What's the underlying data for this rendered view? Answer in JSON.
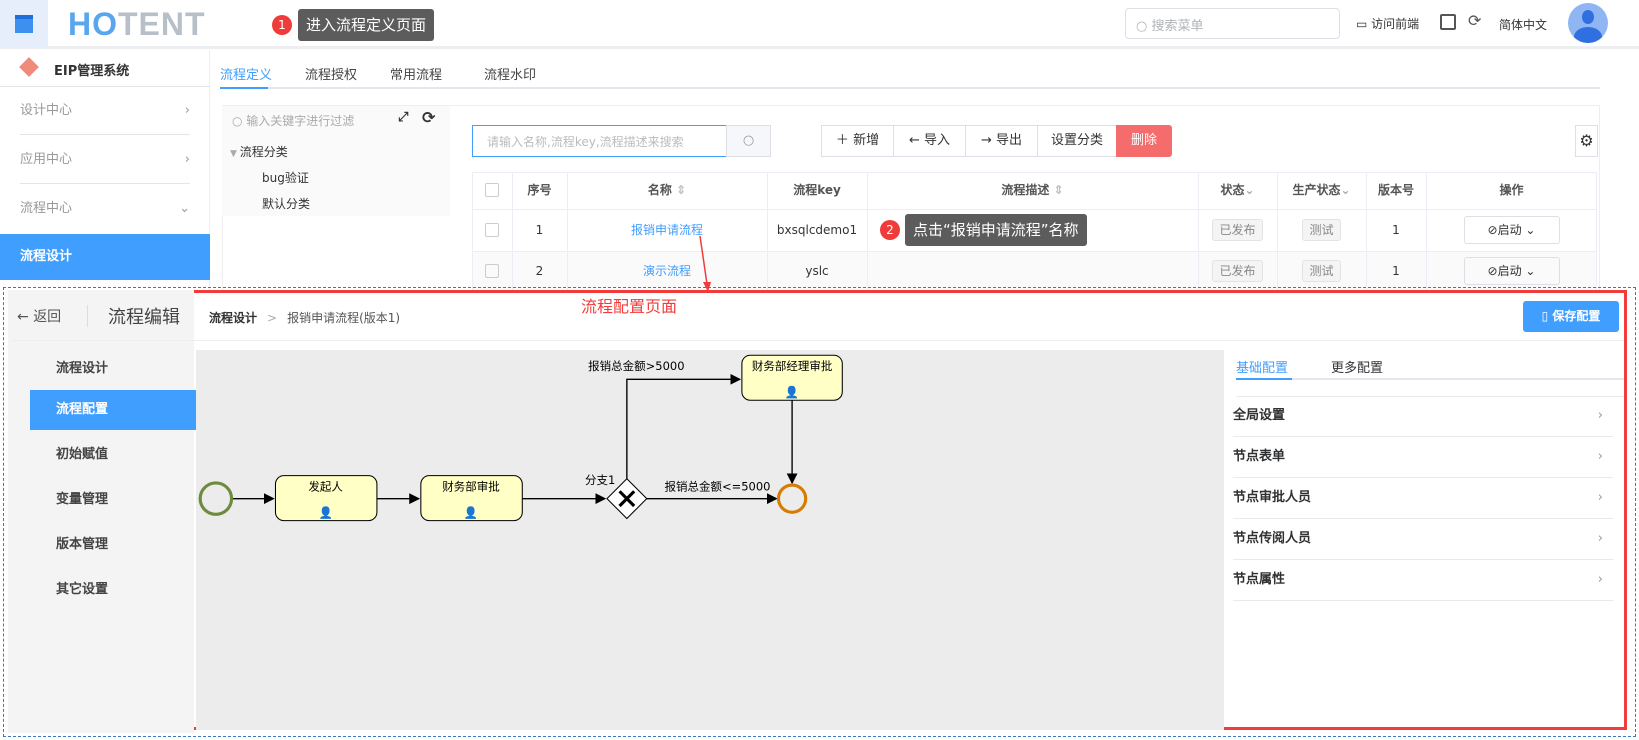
{
  "header": {
    "logo": "HOTENT",
    "search_placeholder": "搜索菜单",
    "visit_front": "访问前端",
    "language": "简体中文"
  },
  "sidebar": {
    "system": "EIP管理系统",
    "items": [
      {
        "label": "设计中心"
      },
      {
        "label": "应用中心"
      },
      {
        "label": "流程中心"
      },
      {
        "label": "流程设计"
      }
    ]
  },
  "tabs": [
    "流程定义",
    "流程授权",
    "常用流程",
    "流程水印"
  ],
  "tree": {
    "filter_placeholder": "输入关键字进行过滤",
    "root": "流程分类",
    "children": [
      "bug验证",
      "默认分类"
    ]
  },
  "toolbar": {
    "search_placeholder": "请输入名称,流程key,流程描述来搜索",
    "add": "新增",
    "import": "导入",
    "export": "导出",
    "set_category": "设置分类",
    "delete": "删除"
  },
  "table": {
    "columns": [
      "序号",
      "名称",
      "流程key",
      "流程描述",
      "状态",
      "生产状态",
      "版本号",
      "操作"
    ],
    "rows": [
      {
        "no": "1",
        "name": "报销申请流程",
        "key": "bxsqlcdemo1",
        "desc": "",
        "status": "已发布",
        "prod": "测试",
        "version": "1",
        "action": "启动"
      },
      {
        "no": "2",
        "name": "演示流程",
        "key": "yslc",
        "desc": "",
        "status": "已发布",
        "prod": "测试",
        "version": "1",
        "action": "启动"
      }
    ]
  },
  "annotations": {
    "step1": "进入流程定义页面",
    "step1_no": "1",
    "step2": "点击“报销申请流程”名称",
    "step2_no": "2",
    "overlay_label": "流程配置页面"
  },
  "editor": {
    "back": "返回",
    "title": "流程编辑",
    "breadcrumb": [
      "流程设计",
      "报销申请流程(版本1)"
    ],
    "save": "保存配置",
    "menu": [
      "流程设计",
      "流程配置",
      "初始赋值",
      "变量管理",
      "版本管理",
      "其它设置"
    ],
    "right_tabs": [
      "基础配置",
      "更多配置"
    ],
    "right_items": [
      "全局设置",
      "节点表单",
      "节点审批人员",
      "节点传阅人员",
      "节点属性"
    ]
  },
  "diagram": {
    "tasks": [
      "发起人",
      "财务部审批",
      "财务部经理审批"
    ],
    "gateway": "分支1",
    "cond_high": "报销总金额>5000",
    "cond_low": "报销总金额<=5000"
  },
  "colors": {
    "accent": "#409eff",
    "danger": "#f56c6c",
    "annotation": "#f23b3b"
  }
}
